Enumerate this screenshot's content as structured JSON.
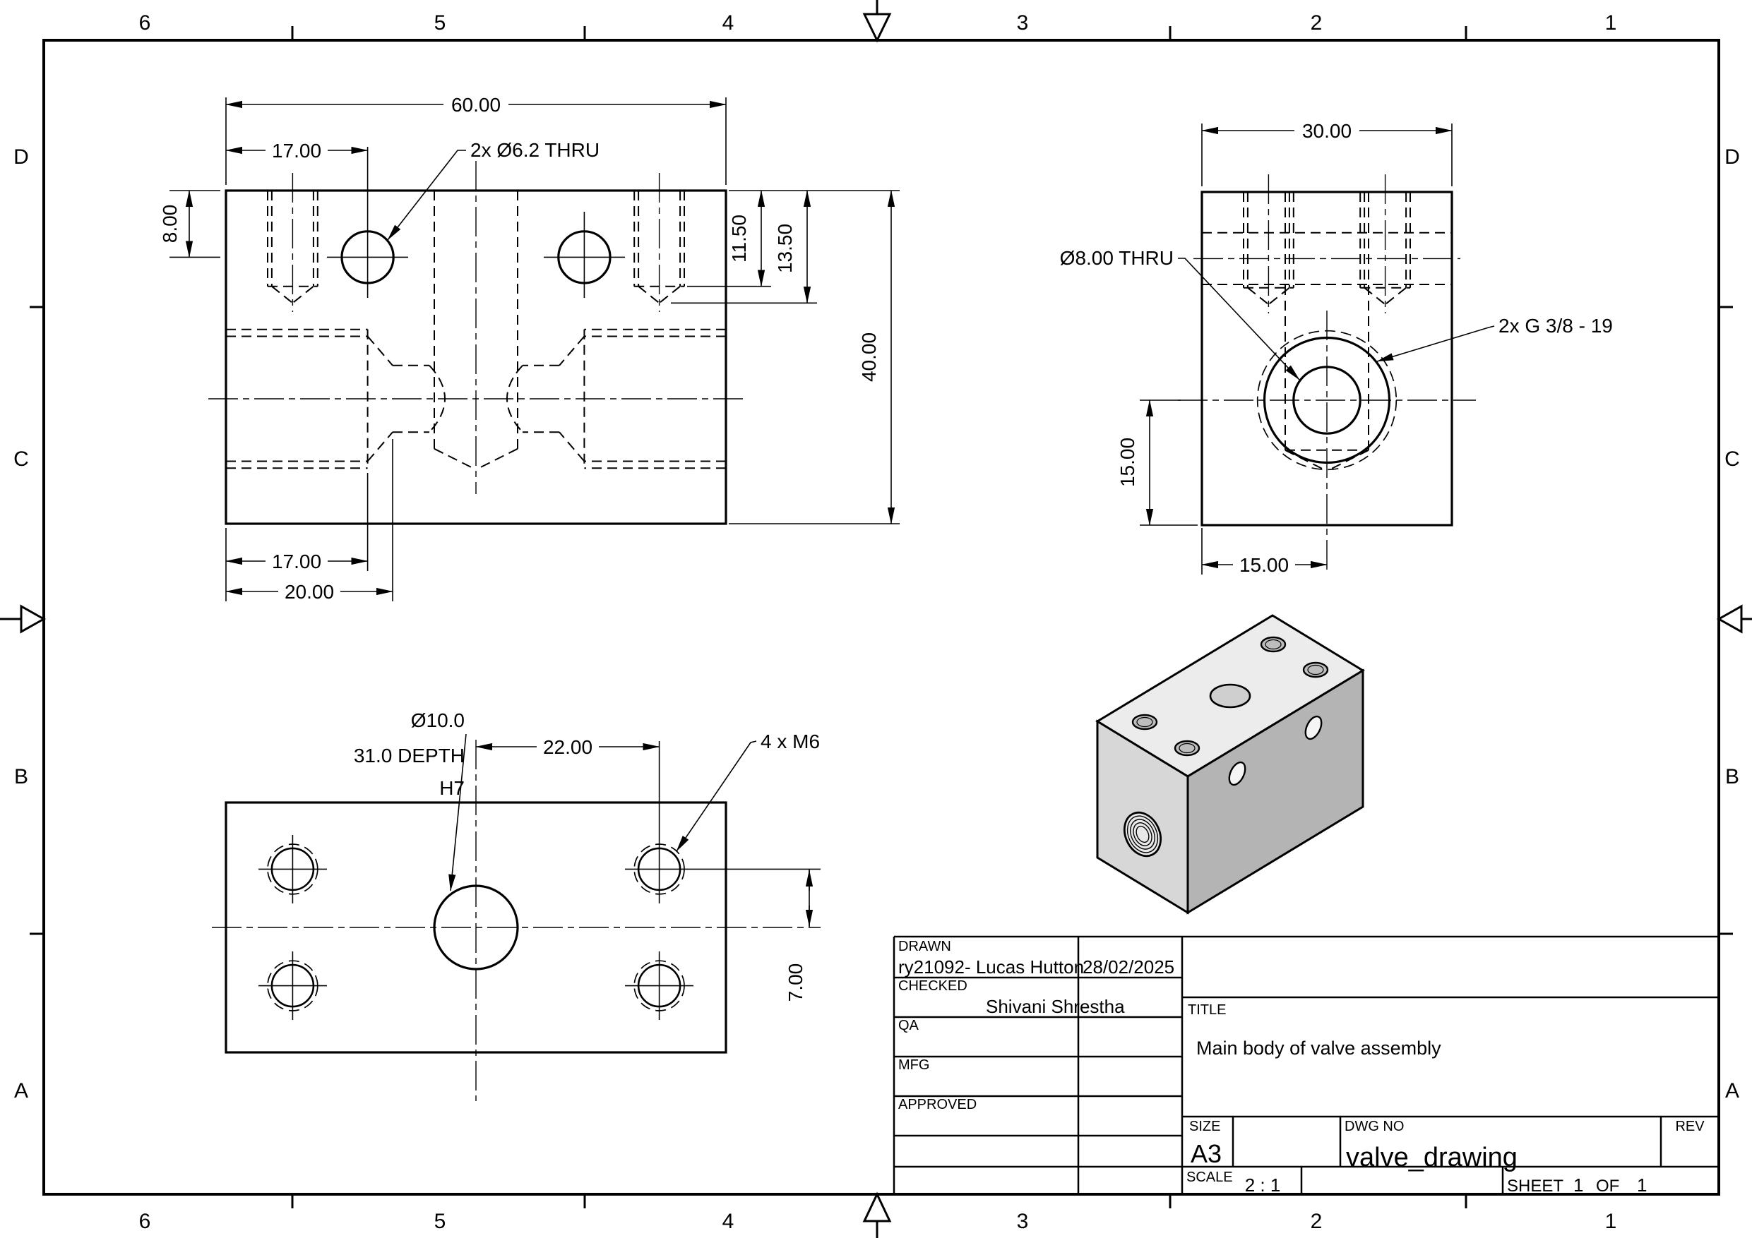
{
  "sheet": {
    "cols": [
      "6",
      "5",
      "4",
      "3",
      "2",
      "1"
    ],
    "rows": [
      "D",
      "C",
      "B",
      "A"
    ]
  },
  "front_view": {
    "dim_width": "60.00",
    "dim_hole_x": "17.00",
    "dim_hole_y": "8.00",
    "label_holes": "2x Ø6.2 THRU",
    "dim_thread_depth": "11.50",
    "dim_drill_depth": "13.50",
    "dim_height": "40.00",
    "dim_port_bore": "17.00",
    "dim_port_cone": "20.00"
  },
  "side_view": {
    "dim_width": "30.00",
    "label_thru": "Ø8.00 THRU",
    "label_ports": "2x G 3/8 - 19",
    "dim_port_y": "15.00",
    "dim_port_x": "15.00"
  },
  "top_view": {
    "label_bore_dia": "Ø10.0",
    "label_bore_depth": "31.0 DEPTH",
    "label_bore_fit": "H7",
    "dim_hole_span": "22.00",
    "label_tapped": "4 x M6",
    "dim_hole_offset": "7.00"
  },
  "title_block": {
    "drawn_label": "DRAWN",
    "drawn_value": "ry21092- Lucas Hutton",
    "drawn_date": "28/02/2025",
    "checked_label": "CHECKED",
    "checked_value": "Shivani Shrestha",
    "qa_label": "QA",
    "mfg_label": "MFG",
    "approved_label": "APPROVED",
    "title_label": "TITLE",
    "title_value": "Main body of valve assembly",
    "size_label": "SIZE",
    "size_value": "A3",
    "dwg_label": "DWG NO",
    "dwg_value": "valve_drawing",
    "rev_label": "REV",
    "scale_label": "SCALE",
    "scale_value": "2 : 1",
    "sheet_label": "SHEET",
    "sheet_value": "1",
    "of_label": "OF",
    "of_value": "1"
  }
}
